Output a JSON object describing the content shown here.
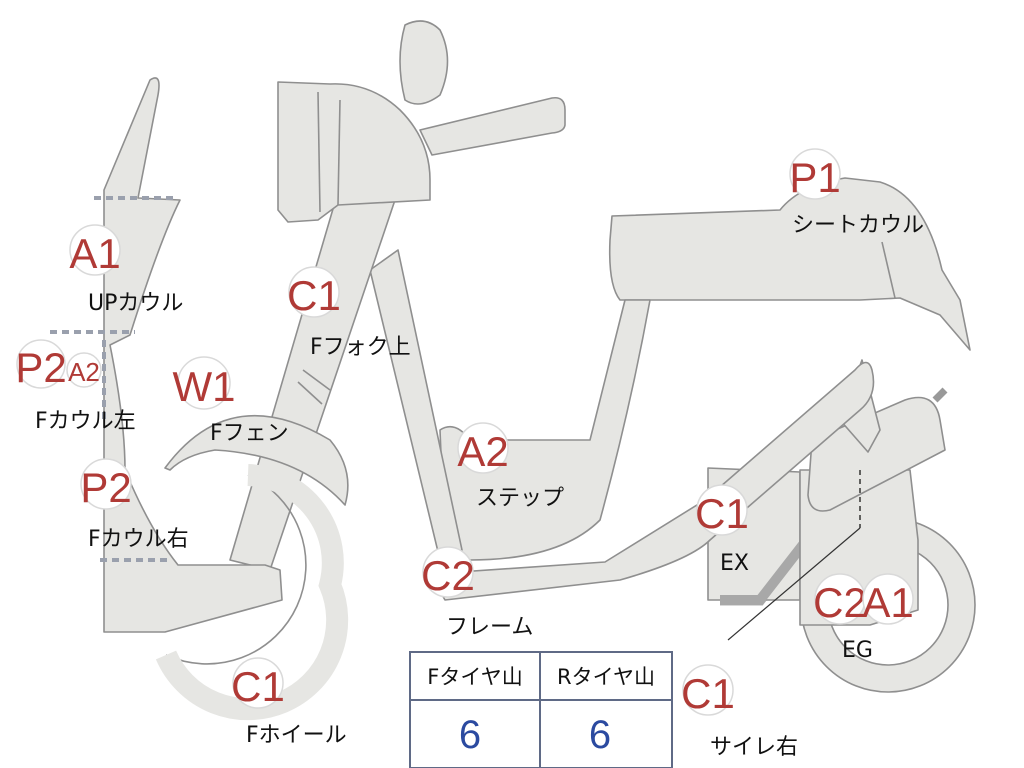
{
  "parts": {
    "up_cowl": {
      "code": "A1",
      "label": "UPカウル"
    },
    "f_cowl_left": {
      "code": "P2",
      "code2": "A2",
      "label": "Fカウル左"
    },
    "f_cowl_right": {
      "code": "P2",
      "label": "Fカウル右"
    },
    "f_fender": {
      "code": "W1",
      "label": "Fフェン"
    },
    "f_fork_upper": {
      "code": "C1",
      "label": "Fフォク上"
    },
    "f_wheel": {
      "code": "C1",
      "label": "Fホイール"
    },
    "step": {
      "code": "A2",
      "label": "ステップ"
    },
    "frame": {
      "code": "C2",
      "label": "フレーム"
    },
    "seat_cowl": {
      "code": "P1",
      "label": "シートカウル"
    },
    "exhaust": {
      "code": "C1",
      "label": "EX"
    },
    "engine": {
      "code": "C2",
      "code2": "A1",
      "label": "EG"
    },
    "muffler_right": {
      "code": "C1",
      "label": "サイレ右"
    }
  },
  "tread_table": {
    "headers": [
      "Fタイヤ山",
      "Rタイヤ山"
    ],
    "values": [
      "6",
      "6"
    ]
  },
  "colors": {
    "part_fill": "#e6e6e3",
    "outline": "#8f8f8f",
    "code_red": "#b03a36",
    "value_blue": "#2b4aa0"
  }
}
